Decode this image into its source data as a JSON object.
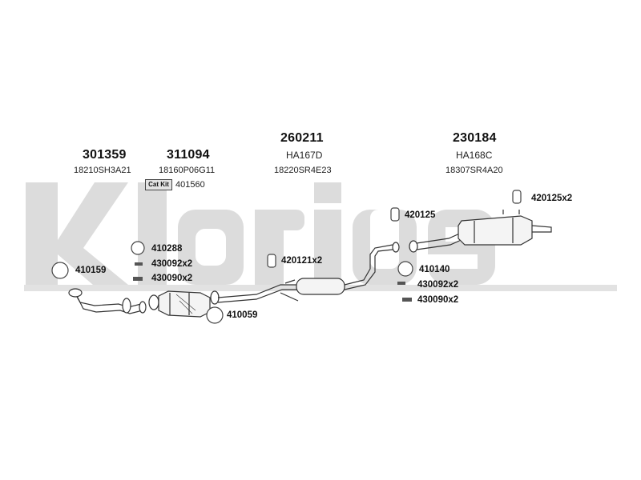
{
  "watermark": {
    "text": "klarius",
    "color": "#d9d9d9"
  },
  "parts": [
    {
      "number": "301359",
      "oem": "18210SH3A21"
    },
    {
      "number": "311094",
      "oem": "18160P06G11"
    },
    {
      "number": "260211",
      "oem_line1": "HA167D",
      "oem": "18220SR4E23"
    },
    {
      "number": "230184",
      "oem_line1": "HA168C",
      "oem": "18307SR4A20"
    }
  ],
  "cat_kit": {
    "badge": "Cat Kit",
    "number": "401560"
  },
  "labels": {
    "l410288": "410288",
    "l430092a": "430092x2",
    "l430090a": "430090x2",
    "l410159": "410159",
    "l410059": "410059",
    "l420121": "420121x2",
    "l420125": "420125",
    "l420125x2": "420125x2",
    "l410140": "410140",
    "l430092b": "430092x2",
    "l430090b": "430090x2"
  }
}
